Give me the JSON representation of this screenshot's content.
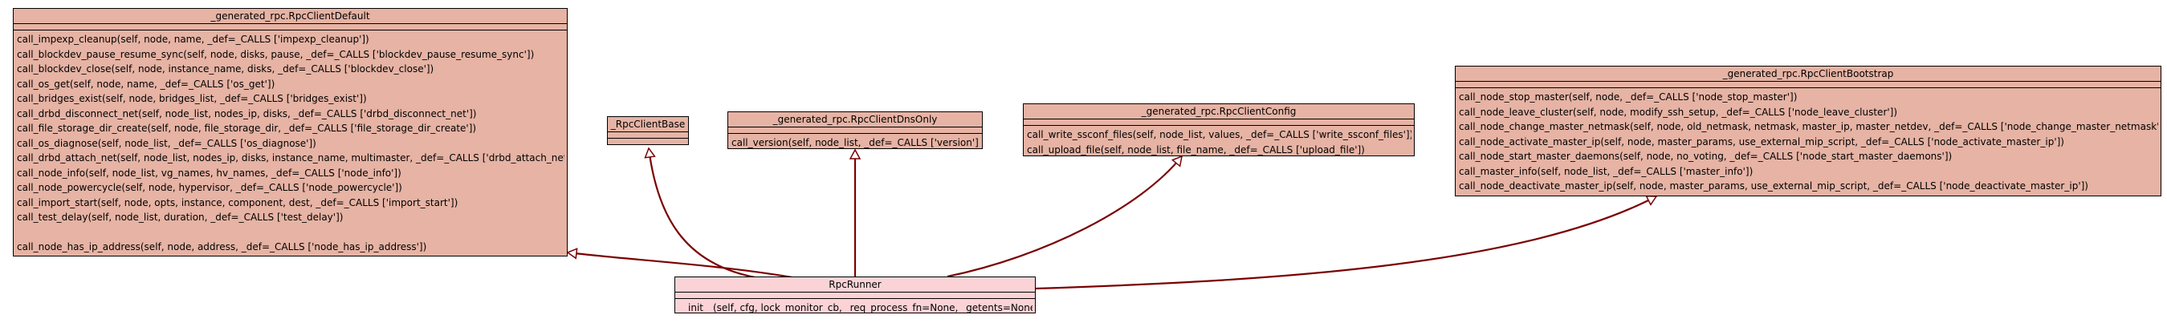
{
  "colors": {
    "class_fill": "#e6b3a4",
    "focus_fill": "#fbd3d6",
    "edge": "#7a0000",
    "border": "#000000"
  },
  "classes": {
    "default": {
      "title": "_generated_rpc.RpcClientDefault",
      "methods": [
        "call_impexp_cleanup(self, node, name, _def=_CALLS ['impexp_cleanup'])",
        "call_blockdev_pause_resume_sync(self, node, disks, pause, _def=_CALLS ['blockdev_pause_resume_sync'])",
        "call_blockdev_close(self, node, instance_name, disks, _def=_CALLS ['blockdev_close'])",
        "call_os_get(self, node, name, _def=_CALLS ['os_get'])",
        "call_bridges_exist(self, node, bridges_list, _def=_CALLS ['bridges_exist'])",
        "call_drbd_disconnect_net(self, node_list, nodes_ip, disks, _def=_CALLS ['drbd_disconnect_net'])",
        "call_file_storage_dir_create(self, node, file_storage_dir, _def=_CALLS ['file_storage_dir_create'])",
        "call_os_diagnose(self, node_list, _def=_CALLS ['os_diagnose'])",
        "call_drbd_attach_net(self, node_list, nodes_ip, disks, instance_name, multimaster, _def=_CALLS ['drbd_attach_net'])",
        "call_node_info(self, node_list, vg_names, hv_names, _def=_CALLS ['node_info'])",
        "call_node_powercycle(self, node, hypervisor, _def=_CALLS ['node_powercycle'])",
        "call_import_start(self, node, opts, instance, component, dest, _def=_CALLS ['import_start'])",
        "call_test_delay(self, node_list, duration, _def=_CALLS ['test_delay'])",
        "",
        "call_node_has_ip_address(self, node, address, _def=_CALLS ['node_has_ip_address'])"
      ]
    },
    "base": {
      "title": "_RpcClientBase",
      "methods": []
    },
    "dnsonly": {
      "title": "_generated_rpc.RpcClientDnsOnly",
      "methods": [
        "call_version(self, node_list, _def=_CALLS ['version'])"
      ]
    },
    "config": {
      "title": "_generated_rpc.RpcClientConfig",
      "methods": [
        "call_write_ssconf_files(self, node_list, values, _def=_CALLS ['write_ssconf_files'])",
        "call_upload_file(self, node_list, file_name, _def=_CALLS ['upload_file'])"
      ]
    },
    "bootstrap": {
      "title": "_generated_rpc.RpcClientBootstrap",
      "methods": [
        "call_node_stop_master(self, node, _def=_CALLS ['node_stop_master'])",
        "call_node_leave_cluster(self, node, modify_ssh_setup, _def=_CALLS ['node_leave_cluster'])",
        "call_node_change_master_netmask(self, node, old_netmask, netmask, master_ip, master_netdev, _def=_CALLS ['node_change_master_netmask'])",
        "call_node_activate_master_ip(self, node, master_params, use_external_mip_script, _def=_CALLS ['node_activate_master_ip'])",
        "call_node_start_master_daemons(self, node, no_voting, _def=_CALLS ['node_start_master_daemons'])",
        "call_master_info(self, node_list, _def=_CALLS ['master_info'])",
        "call_node_deactivate_master_ip(self, node, master_params, use_external_mip_script, _def=_CALLS ['node_deactivate_master_ip'])"
      ]
    },
    "runner": {
      "title": "RpcRunner",
      "methods": [
        "__init__(self, cfg, lock_monitor_cb, _req_process_fn=None, _getents=None)"
      ]
    }
  },
  "edges": [
    {
      "from": "runner",
      "to": "default",
      "kind": "inherits"
    },
    {
      "from": "runner",
      "to": "base",
      "kind": "inherits"
    },
    {
      "from": "runner",
      "to": "dnsonly",
      "kind": "inherits"
    },
    {
      "from": "runner",
      "to": "config",
      "kind": "inherits"
    },
    {
      "from": "runner",
      "to": "bootstrap",
      "kind": "inherits"
    }
  ]
}
